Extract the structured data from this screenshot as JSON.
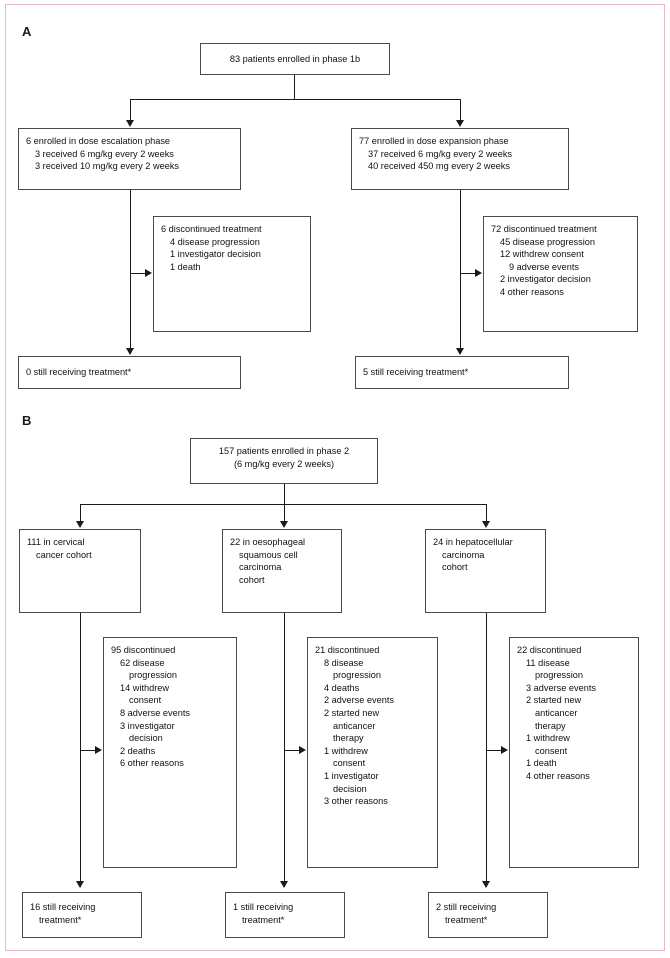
{
  "figure": {
    "panel_a_letter": "A",
    "panel_b_letter": "B"
  },
  "panel_a": {
    "root": "83 patients enrolled in phase 1b",
    "escalation": {
      "line1": "6 enrolled in dose escalation phase",
      "line2": "3 received 6 mg/kg every 2 weeks",
      "line3": "3 received 10 mg/kg every 2 weeks"
    },
    "expansion": {
      "line1": "77 enrolled in dose expansion phase",
      "line2": "37 received 6 mg/kg every 2 weeks",
      "line3": "40 received 450 mg every 2 weeks"
    },
    "escalation_discontinued": {
      "line1": "6 discontinued treatment",
      "line2": "4 disease progression",
      "line3": "1 investigator decision",
      "line4": "1 death"
    },
    "expansion_discontinued": {
      "line1": "72 discontinued treatment",
      "line2": "45 disease progression",
      "line3": "12 withdrew consent",
      "line4": "9 adverse events",
      "line5": "2 investigator decision",
      "line6": "4 other reasons"
    },
    "escalation_ongoing": "0 still receiving treatment*",
    "expansion_ongoing": "5 still receiving treatment*"
  },
  "panel_b": {
    "root_line1": "157 patients enrolled in phase 2",
    "root_line2": "(6 mg/kg every 2 weeks)",
    "cohort_cervical": {
      "line1": "111 in cervical",
      "line2": "cancer cohort"
    },
    "cohort_oesophageal": {
      "line1": "22 in oesophageal",
      "line2": "squamous cell",
      "line3": "carcinoma",
      "line4": "cohort"
    },
    "cohort_hepatocellular": {
      "line1": "24 in hepatocellular",
      "line2": "carcinoma",
      "line3": "cohort"
    },
    "cervical_discontinued": {
      "line1": "95 discontinued",
      "line2": "62 disease",
      "line3": "progression",
      "line4": "14 withdrew",
      "line5": "consent",
      "line6": "8 adverse events",
      "line7": "3 investigator",
      "line8": "decision",
      "line9": "2 deaths",
      "line10": "6 other reasons"
    },
    "oesophageal_discontinued": {
      "line1": "21 discontinued",
      "line2": "8 disease",
      "line3": "progression",
      "line4": "4 deaths",
      "line5": "2 adverse events",
      "line6": "2 started new",
      "line7": "anticancer",
      "line8": "therapy",
      "line9": "1 withdrew",
      "line10": "consent",
      "line11": "1 investigator",
      "line12": "decision",
      "line13": "3 other reasons"
    },
    "hepatocellular_discontinued": {
      "line1": "22 discontinued",
      "line2": "11 disease",
      "line3": "progression",
      "line4": "3 adverse events",
      "line5": "2 started new",
      "line6": "anticancer",
      "line7": "therapy",
      "line8": "1 withdrew",
      "line9": "consent",
      "line10": "1 death",
      "line11": "4 other reasons"
    },
    "cervical_ongoing_line1": "16 still receiving",
    "cervical_ongoing_line2": "treatment*",
    "oesophageal_ongoing_line1": "1 still receiving",
    "oesophageal_ongoing_line2": "treatment*",
    "hepatocellular_ongoing_line1": "2 still receiving",
    "hepatocellular_ongoing_line2": "treatment*"
  },
  "colors": {
    "frame": "#e8b9c4",
    "box_border": "#4a4a4a",
    "connector": "#1a1a1a",
    "text": "#111111"
  }
}
